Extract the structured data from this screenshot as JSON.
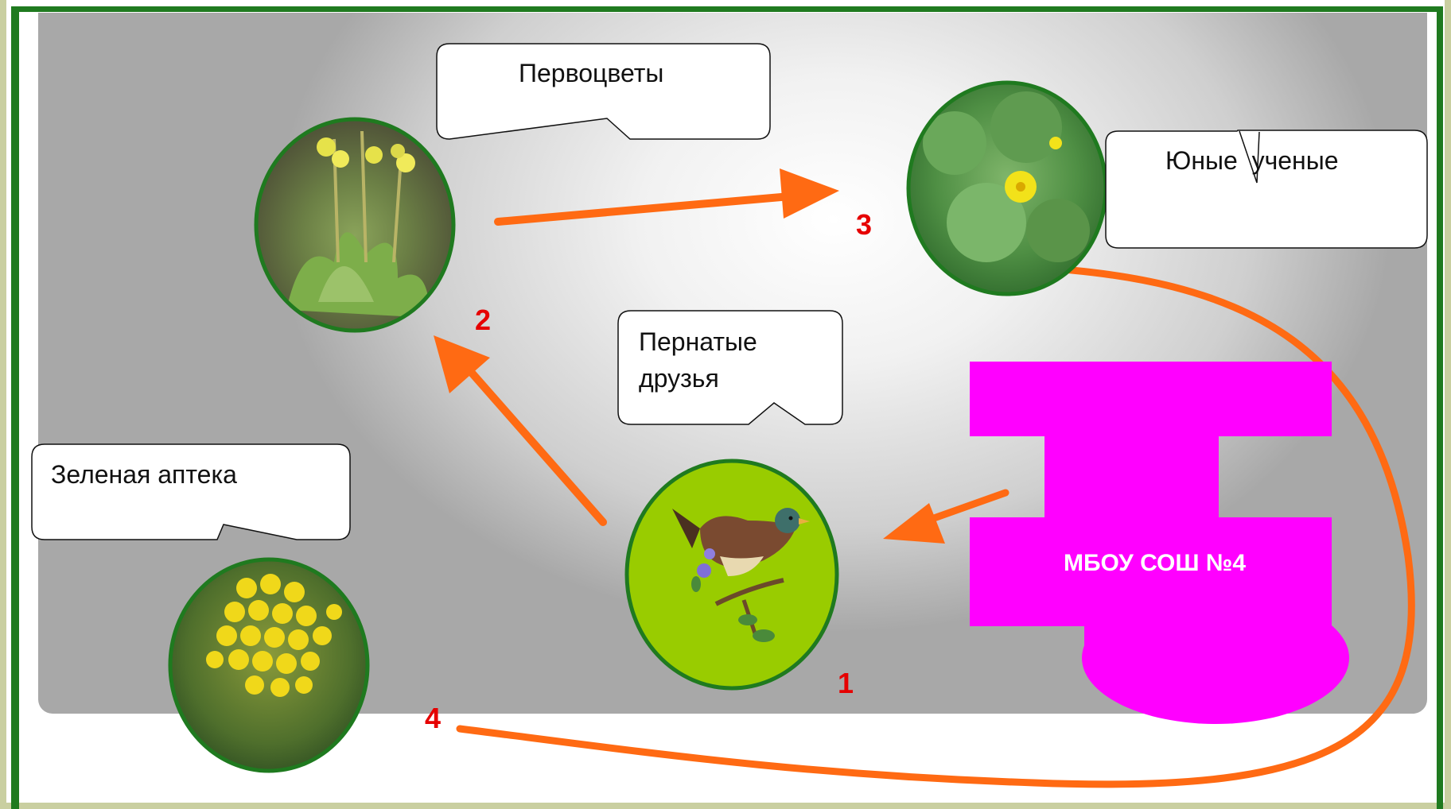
{
  "callouts": {
    "primroses": "Первоцветы",
    "young_scientists": "Юные  ученые",
    "feathered_friends_line1": "Пернатые",
    "feathered_friends_line2": "друзья",
    "green_pharmacy": "Зеленая аптека"
  },
  "school": {
    "name": "МБОУ СОШ №4",
    "color": "#ff00ff"
  },
  "steps": {
    "one": "1",
    "two": "2",
    "three": "3",
    "four": "4"
  },
  "images": {
    "bird": "bird-on-branch",
    "primrose": "primrose-flowers",
    "scientists": "green-leaves-yellow-flower",
    "pharmacy": "tansy-yellow-flowers"
  },
  "colors": {
    "arrow": "#ff6a13",
    "step_number": "#e60000",
    "circle_border": "#1f7a1f",
    "bird_background": "#99cc00"
  }
}
